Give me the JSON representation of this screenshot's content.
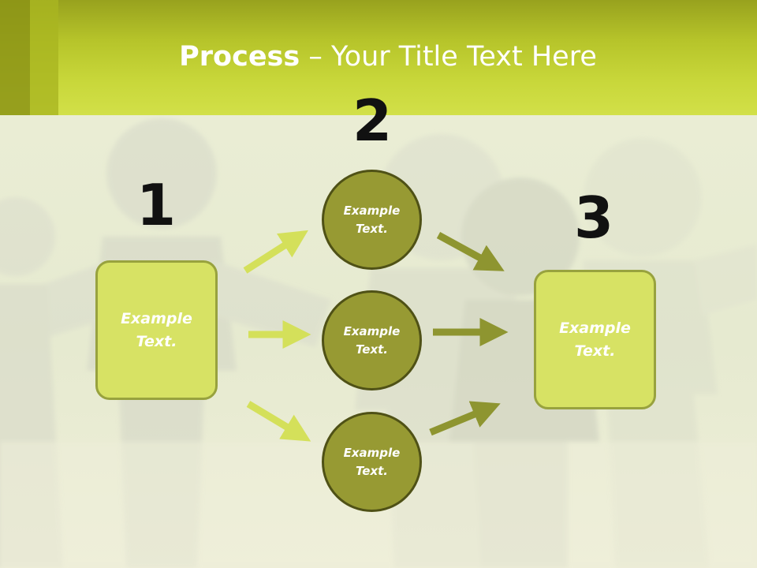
{
  "header": {
    "title_bold": "Process",
    "title_rest": " – Your Title Text Here"
  },
  "steps": [
    {
      "number": "1",
      "text": "Example\nText."
    },
    {
      "number": "2",
      "items": [
        "Example\nText.",
        "Example\nText.",
        "Example\nText."
      ]
    },
    {
      "number": "3",
      "text": "Example\nText."
    }
  ],
  "colors": {
    "header": "#c8d73a",
    "box_fill": "#d7e264",
    "box_border": "#98a23e",
    "circle_fill": "#979a33",
    "circle_border": "#4f5116",
    "arrow_light": "#d4e05a",
    "arrow_dark": "#8e9530"
  }
}
